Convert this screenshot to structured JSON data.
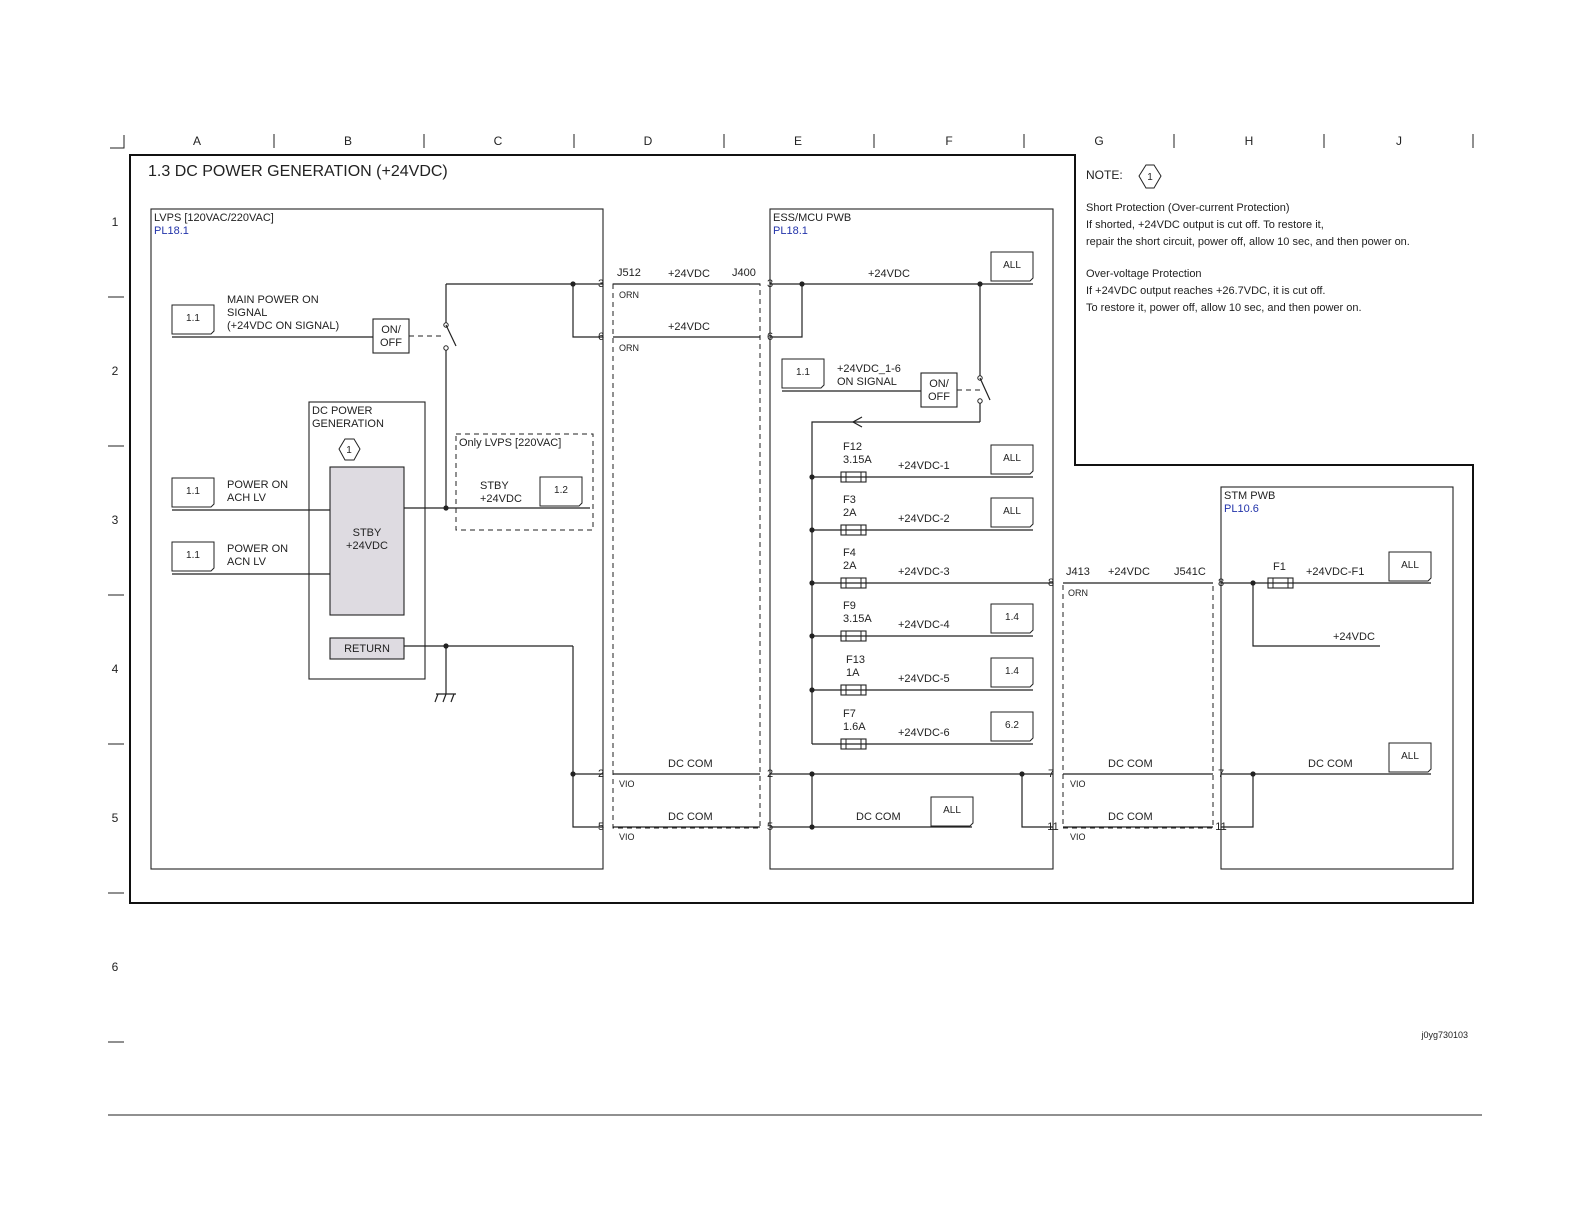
{
  "grid": {
    "columns": [
      "A",
      "B",
      "C",
      "D",
      "E",
      "F",
      "G",
      "H",
      "J"
    ],
    "rows": [
      "1",
      "2",
      "3",
      "4",
      "5",
      "6"
    ]
  },
  "title": "1.3 DC POWER GENERATION (+24VDC)",
  "note": {
    "label": "NOTE:",
    "marker": "1",
    "short_title": "Short Protection (Over-current Protection)",
    "short_line1": "If shorted, +24VDC output is cut off. To restore it,",
    "short_line2": "repair the short circuit, power off, allow 10 sec, and then power on.",
    "over_title": "Over-voltage Protection",
    "over_line1": "If +24VDC output reaches +26.7VDC, it is cut off.",
    "over_line2": "To restore it, power off, allow 10 sec, and then power on."
  },
  "lvps": {
    "name": "LVPS [120VAC/220VAC]",
    "pl": "PL18.1",
    "main_power_ref": "1.1",
    "main_power_l1": "MAIN POWER ON",
    "main_power_l2": "SIGNAL",
    "main_power_l3": "(+24VDC ON SIGNAL)",
    "onoff_l1": "ON/",
    "onoff_l2": "OFF",
    "dcgen_l1": "DC POWER",
    "dcgen_l2": "GENERATION",
    "dcgen_marker": "1",
    "stby_l1": "STBY",
    "stby_l2": "+24VDC",
    "return": "RETURN",
    "ach_ref": "1.1",
    "ach_l1": "POWER ON",
    "ach_l2": "ACH LV",
    "acn_ref": "1.1",
    "acn_l1": "POWER ON",
    "acn_l2": "ACN LV",
    "only_title": "Only LVPS [220VAC]",
    "only_stby_l1": "STBY",
    "only_stby_l2": "+24VDC",
    "only_ref": "1.2"
  },
  "harness1": {
    "j_left": "J512",
    "j_right": "J400",
    "top_sig": "+24VDC",
    "mid_sig": "+24VDC",
    "orn1": "ORN",
    "orn2": "ORN",
    "pin3": "3",
    "pin6": "6",
    "pin3r": "3",
    "pin6r": "6",
    "pin2": "2",
    "pin5": "5",
    "pin2r": "2",
    "pin5r": "5",
    "dccom1": "DC COM",
    "dccom2": "DC COM",
    "vio1": "VIO",
    "vio2": "VIO"
  },
  "ess": {
    "name": "ESS/MCU PWB",
    "pl": "PL18.1",
    "top_sig": "+24VDC",
    "all_top": "ALL",
    "onsig_ref": "1.1",
    "onsig_l1": "+24VDC_1-6",
    "onsig_l2": "ON SIGNAL",
    "onoff_l1": "ON/",
    "onoff_l2": "OFF",
    "dccom": "DC COM",
    "all_dccom": "ALL",
    "pin8": "8",
    "pin7": "7",
    "pin11": "11",
    "fuses": [
      {
        "name": "F12",
        "rating": "3.15A",
        "signal": "+24VDC-1",
        "ref": "ALL"
      },
      {
        "name": "F3",
        "rating": "2A",
        "signal": "+24VDC-2",
        "ref": "ALL"
      },
      {
        "name": "F4",
        "rating": "2A",
        "signal": "+24VDC-3",
        "ref": ""
      },
      {
        "name": "F9",
        "rating": "3.15A",
        "signal": "+24VDC-4",
        "ref": "1.4"
      },
      {
        "name": "F13",
        "rating": "1A",
        "signal": "+24VDC-5",
        "ref": "1.4"
      },
      {
        "name": "F7",
        "rating": "1.6A",
        "signal": "+24VDC-6",
        "ref": "6.2"
      }
    ]
  },
  "harness2": {
    "j_left": "J413",
    "j_right": "J541C",
    "sig": "+24VDC",
    "orn": "ORN",
    "dccom1": "DC COM",
    "dccom2": "DC COM",
    "vio1": "VIO",
    "vio2": "VIO",
    "pin8r": "8",
    "pin7r": "7",
    "pin11r": "11"
  },
  "stm": {
    "name": "STM PWB",
    "pl": "PL10.6",
    "fuse": "F1",
    "sig": "+24VDC-F1",
    "all1": "ALL",
    "sig2": "+24VDC",
    "dccom": "DC COM",
    "all2": "ALL"
  },
  "figure_id": "j0yg730103"
}
